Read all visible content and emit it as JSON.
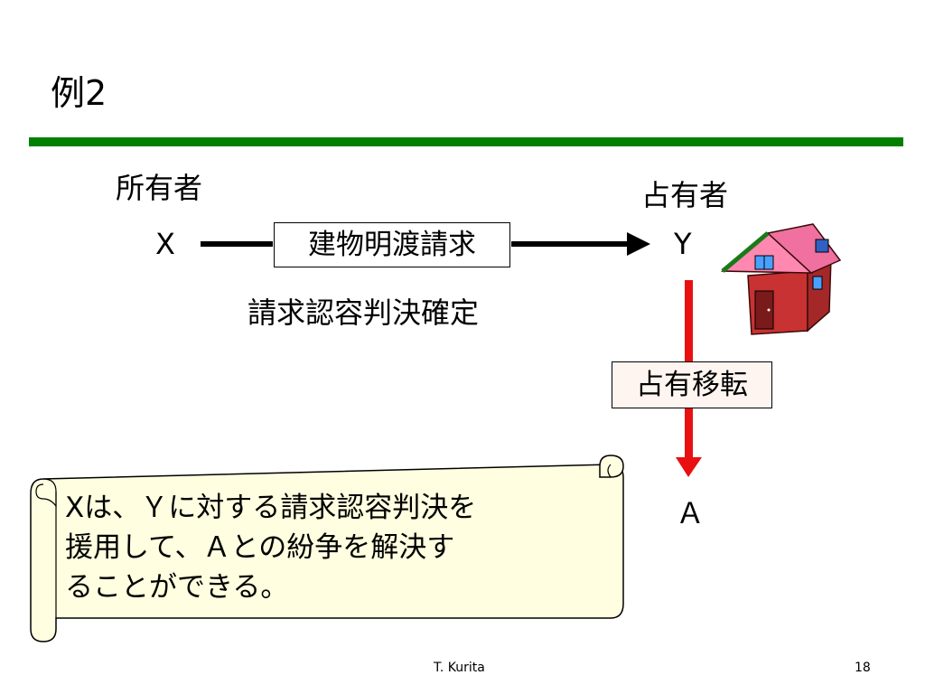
{
  "slide": {
    "title": "例2",
    "footer_author": "T. Kurita",
    "page_number": "18"
  },
  "diagram": {
    "owner_label": "所有者",
    "owner_party": "X",
    "possessor_label": "占有者",
    "possessor_party": "Y",
    "claim_box": "建物明渡請求",
    "judgment_text": "請求認容判決確定",
    "transfer_box": "占有移転",
    "third_party": "Ａ"
  },
  "note": {
    "line1": "Xは、Ｙに対する請求認容判決を",
    "line2": "援用して、Ａとの紛争を解決す",
    "line3": "ることができる。"
  },
  "colors": {
    "rule": "#008000",
    "arrow_red": "#e81010",
    "scroll_fill": "#fffee0",
    "house_wall": "#c83232",
    "house_roof": "#ff88b0"
  },
  "icons": {
    "house": "house-icon"
  }
}
